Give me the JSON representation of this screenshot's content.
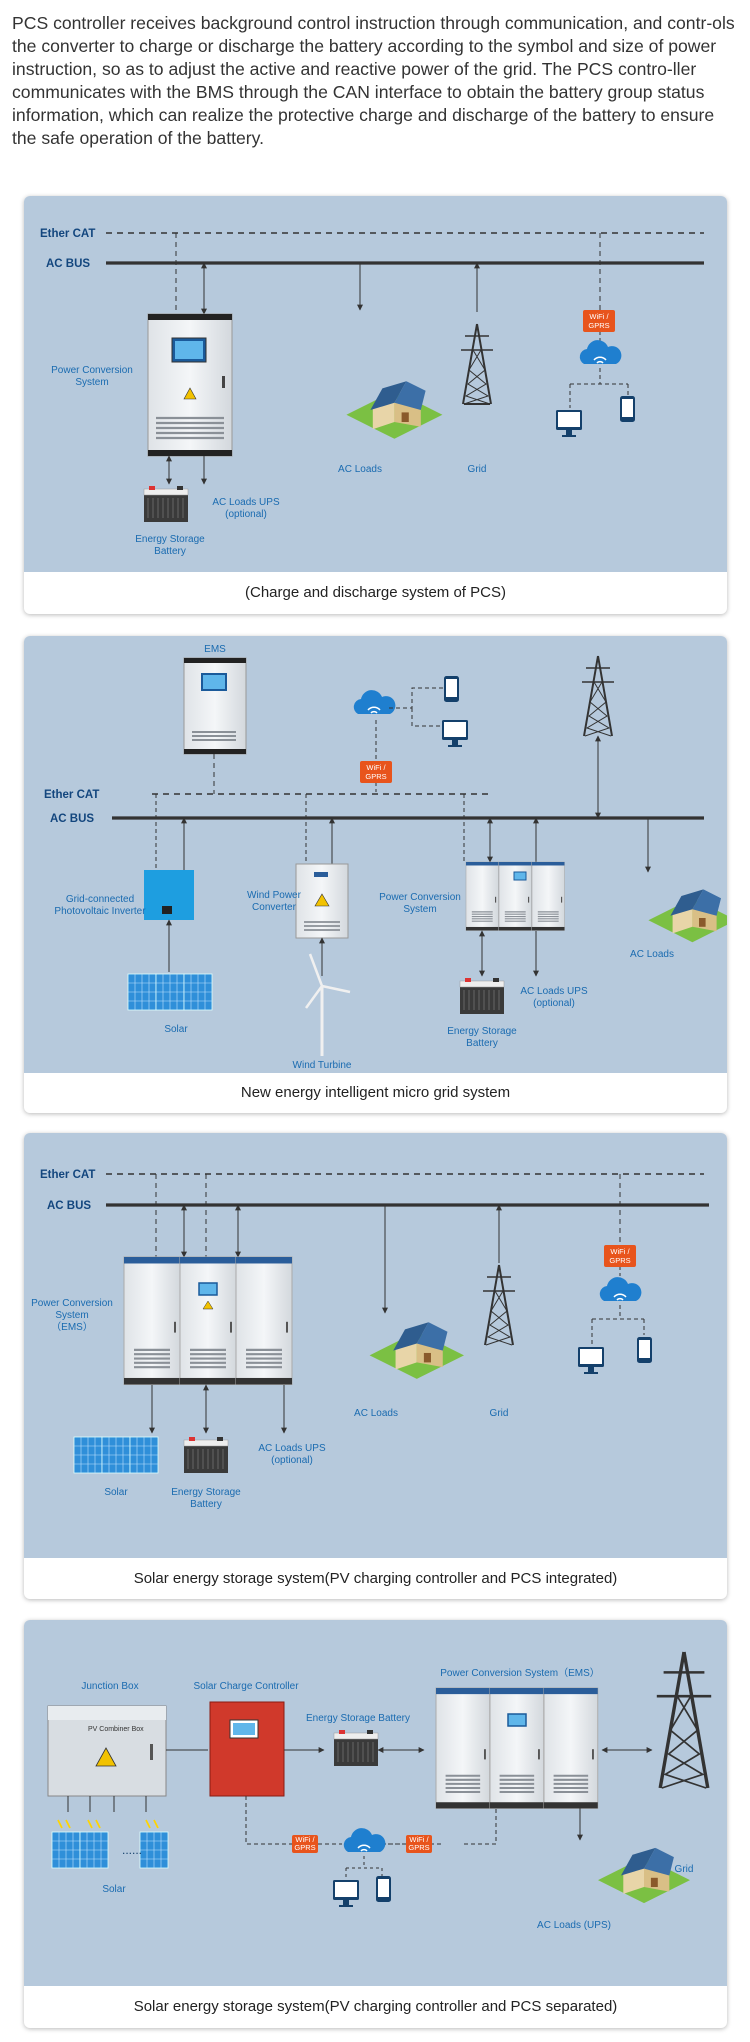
{
  "intro": "PCS controller receives background control instruction through communication, and contr-ols the converter to charge or discharge the battery according to the symbol and size of power instruction, so as to adjust the active and reactive power of the grid. The PCS contro-ller communicates with the BMS through the CAN interface to obtain the battery group status information, which can realize the protective charge and discharge of the battery to ensure the safe operation of the battery.",
  "diagram1": {
    "caption": "(Charge and discharge system of PCS)",
    "ethercat": "Ether CAT",
    "acbus": "AC BUS",
    "pcs_1": "Power Conversion",
    "pcs_2": "System",
    "acloads": "AC Loads",
    "grid": "Grid",
    "wifi_1": "WiFi /",
    "wifi_2": "GPRS",
    "battery_1": "Energy Storage",
    "battery_2": "Battery",
    "ups_1": "AC Loads  UPS",
    "ups_2": "(optional)"
  },
  "diagram2": {
    "caption": "New energy intelligent micro grid system",
    "ems": "EMS",
    "ethercat": "Ether CAT",
    "acbus": "AC BUS",
    "inverter_1": "Grid-connected",
    "inverter_2": "Photovoltaic Inverter",
    "wind_1": "Wind Power",
    "wind_2": "Converter",
    "pcs_1": "Power Conversion",
    "pcs_2": "System",
    "wifi_1": "WiFi /",
    "wifi_2": "GPRS",
    "solar": "Solar",
    "turbine": "Wind Turbine",
    "battery_1": "Energy Storage",
    "battery_2": "Battery",
    "ups_1": "AC Loads  UPS",
    "ups_2": "(optional)",
    "acloads": "AC Loads"
  },
  "diagram3": {
    "caption": "Solar energy storage system(PV charging controller and PCS integrated)",
    "ethercat": "Ether CAT",
    "acbus": "AC BUS",
    "pcs_1": "Power Conversion",
    "pcs_2": "System",
    "pcs_3": "（EMS）",
    "acloads": "AC Loads",
    "grid": "Grid",
    "wifi_1": "WiFi /",
    "wifi_2": "GPRS",
    "solar": "Solar",
    "battery_1": "Energy Storage",
    "battery_2": "Battery",
    "ups_1": "AC Loads  UPS",
    "ups_2": "(optional)"
  },
  "diagram4": {
    "caption": "Solar energy storage system(PV charging controller and PCS separated)",
    "junction": "Junction Box",
    "combiner": "PV Combiner Box",
    "controller": "Solar Charge Controller",
    "battery": "Energy Storage Battery",
    "pcs": "Power Conversion System（EMS）",
    "solar": "Solar",
    "grid": "Grid",
    "acloads": "AC Loads (UPS)",
    "wifi_1": "WiFi /",
    "wifi_2": "GPRS",
    "dots": "......"
  },
  "colors": {
    "panel": "#b6c9dc",
    "bus": "#333333",
    "label": "#1a6bb0",
    "wifi_badge": "#e8541c",
    "controller": "#d0392b"
  }
}
